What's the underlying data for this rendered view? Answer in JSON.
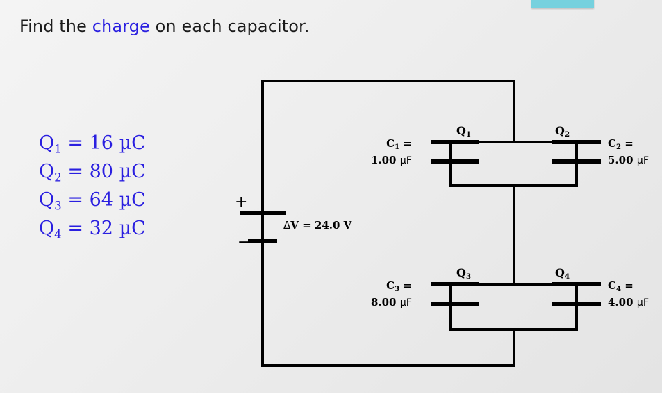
{
  "slide": {
    "prompt_before": "Find the ",
    "prompt_highlight": "charge",
    "prompt_after": " on each capacitor.",
    "accent_color": "#76d1de",
    "highlight_color": "#2a1fe0"
  },
  "answers": [
    {
      "symbol": "Q",
      "sub": "1",
      "equals": "=",
      "value": "16",
      "unit": "µC",
      "text": "Q₁ = 16 µC"
    },
    {
      "symbol": "Q",
      "sub": "2",
      "equals": "=",
      "value": "80",
      "unit": "µC",
      "text": "Q₂ = 80 µC"
    },
    {
      "symbol": "Q",
      "sub": "3",
      "equals": "=",
      "value": "64",
      "unit": "µC",
      "text": "Q₃ = 64 µC"
    },
    {
      "symbol": "Q",
      "sub": "4",
      "equals": "=",
      "value": "32",
      "unit": "µC",
      "text": "Q₄ = 32 µC"
    }
  ],
  "circuit": {
    "battery": {
      "plus_sign": "+",
      "minus_sign": "−",
      "voltage_label_delta": "Δ",
      "voltage_label_rest": "V = 24.0 V",
      "voltage_value": "24.0",
      "voltage_unit": "V"
    },
    "capacitors": [
      {
        "id": "c1",
        "charge_symbol": "Q",
        "charge_sub": "1",
        "cap_symbol": "C",
        "cap_sub": "1",
        "equals": "=",
        "value": "1.00",
        "unit": "µF",
        "label_line1": "C₁ =",
        "label_line2": "1.00 µF"
      },
      {
        "id": "c2",
        "charge_symbol": "Q",
        "charge_sub": "2",
        "cap_symbol": "C",
        "cap_sub": "2",
        "equals": "=",
        "value": "5.00",
        "unit": "µF",
        "label_line1": "C₂ =",
        "label_line2": "5.00 µF"
      },
      {
        "id": "c3",
        "charge_symbol": "Q",
        "charge_sub": "3",
        "cap_symbol": "C",
        "cap_sub": "3",
        "equals": "=",
        "value": "8.00",
        "unit": "µF",
        "label_line1": "C₃ =",
        "label_line2": "8.00 µF"
      },
      {
        "id": "c4",
        "charge_symbol": "Q",
        "charge_sub": "4",
        "cap_symbol": "C",
        "cap_sub": "4",
        "equals": "=",
        "value": "4.00",
        "unit": "µF",
        "label_line1": "C₄ =",
        "label_line2": "4.00 µF"
      }
    ]
  }
}
